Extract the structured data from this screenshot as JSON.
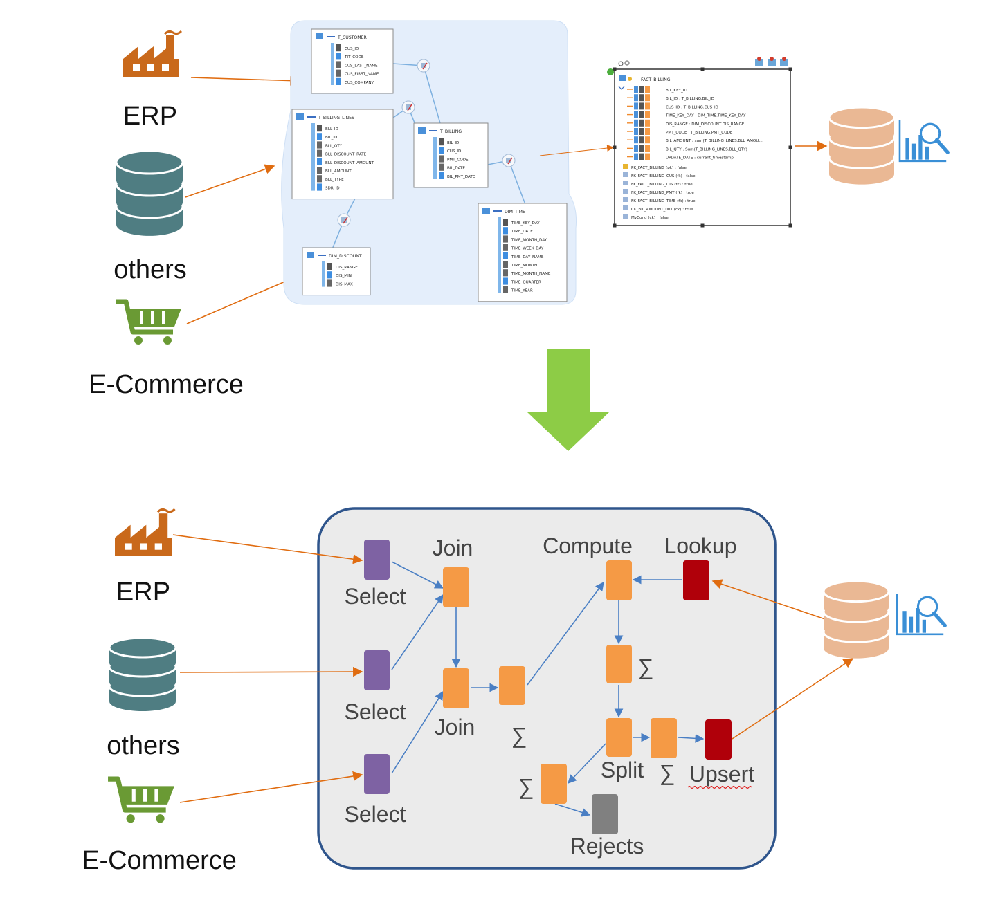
{
  "sources_top": [
    "ERP",
    "others",
    "E-Commerce"
  ],
  "sources_bottom": [
    "ERP",
    "others",
    "E-Commerce"
  ],
  "schema": {
    "tables": [
      {
        "name": "T_CUSTOMER",
        "columns": [
          "CUS_ID",
          "TIT_CODE",
          "CUS_LAST_NAME",
          "CUS_FIRST_NAME",
          "CUS_COMPANY"
        ]
      },
      {
        "name": "T_BILLING_LINES",
        "columns": [
          "BLL_ID",
          "BIL_ID",
          "BLL_QTY",
          "BLL_DISCOUNT_RATE",
          "BLL_DISCOUNT_AMOUNT",
          "BLL_AMOUNT",
          "BLL_TYPE",
          "SDR_ID"
        ]
      },
      {
        "name": "T_BILLING",
        "columns": [
          "BIL_ID",
          "CUS_ID",
          "PMT_CODE",
          "BIL_DATE",
          "BIL_PMT_DATE"
        ]
      },
      {
        "name": "DIM_DISCOUNT",
        "columns": [
          "DIS_RANGE",
          "DIS_MIN",
          "DIS_MAX"
        ]
      },
      {
        "name": "DIM_TIME",
        "columns": [
          "TIME_KEY_DAY",
          "TIME_DATE",
          "TIME_MONTH_DAY",
          "TIME_WEEK_DAY",
          "TIME_DAY_NAME",
          "TIME_MONTH",
          "TIME_MONTH_NAME",
          "TIME_QUARTER",
          "TIME_YEAR"
        ]
      }
    ],
    "fact": {
      "name": "FACT_BILLING",
      "columns": [
        "BIL_KEY_ID",
        "BIL_ID : T_BILLING.BIL_ID",
        "CUS_ID : T_BILLING.CUS_ID",
        "TIME_KEY_DAY : DIM_TIME.TIME_KEY_DAY",
        "DIS_RANGE : DIM_DISCOUNT.DIS_RANGE",
        "PMT_CODE : T_BILLING.PMT_CODE",
        "BIL_AMOUNT : sum(T_BILLING_LINES.BLL_AMOU...",
        "BIL_QTY : Sum(T_BILLING_LINES.BLL_QTY)",
        "UPDATE_DATE : current_timestamp"
      ],
      "constraints": [
        "PK_FACT_BILLING (pk) : false",
        "FK_FACT_BILLING_CUS (fk) : false",
        "FK_FACT_BILLING_DIS (fk) : true",
        "FK_FACT_BILLING_PMT (fk) : true",
        "FK_FACT_BILLING_TIME (fk) : true",
        "CK_BIL_AMOUNT_001 (ck) : true",
        "MyCond (ck) : false"
      ]
    }
  },
  "pipeline": {
    "select": "Select",
    "join": "Join",
    "compute": "Compute",
    "lookup": "Lookup",
    "sigma": "∑",
    "split": "Split",
    "upsert": "Upsert",
    "rejects": "Rejects"
  },
  "colors": {
    "orange_arrow": "#e06c10",
    "blue_arrow": "#4a7fc4",
    "select": "#7e62a3",
    "step": "#f59a45",
    "lookup": "#b0000a",
    "rejects": "#808080",
    "green_arrow": "#8dcc46",
    "db_teal": "#4f7d82",
    "db_peach": "#eab894",
    "factory": "#c9691b",
    "cart": "#6a9a34",
    "panel_bg": "#ebebeb",
    "panel_border": "#2f558c"
  },
  "icons": {
    "factory": "factory-icon",
    "database": "database-icon",
    "cart": "shopping-cart-icon",
    "report": "analytics-report-icon",
    "down_arrow": "down-arrow-icon"
  }
}
